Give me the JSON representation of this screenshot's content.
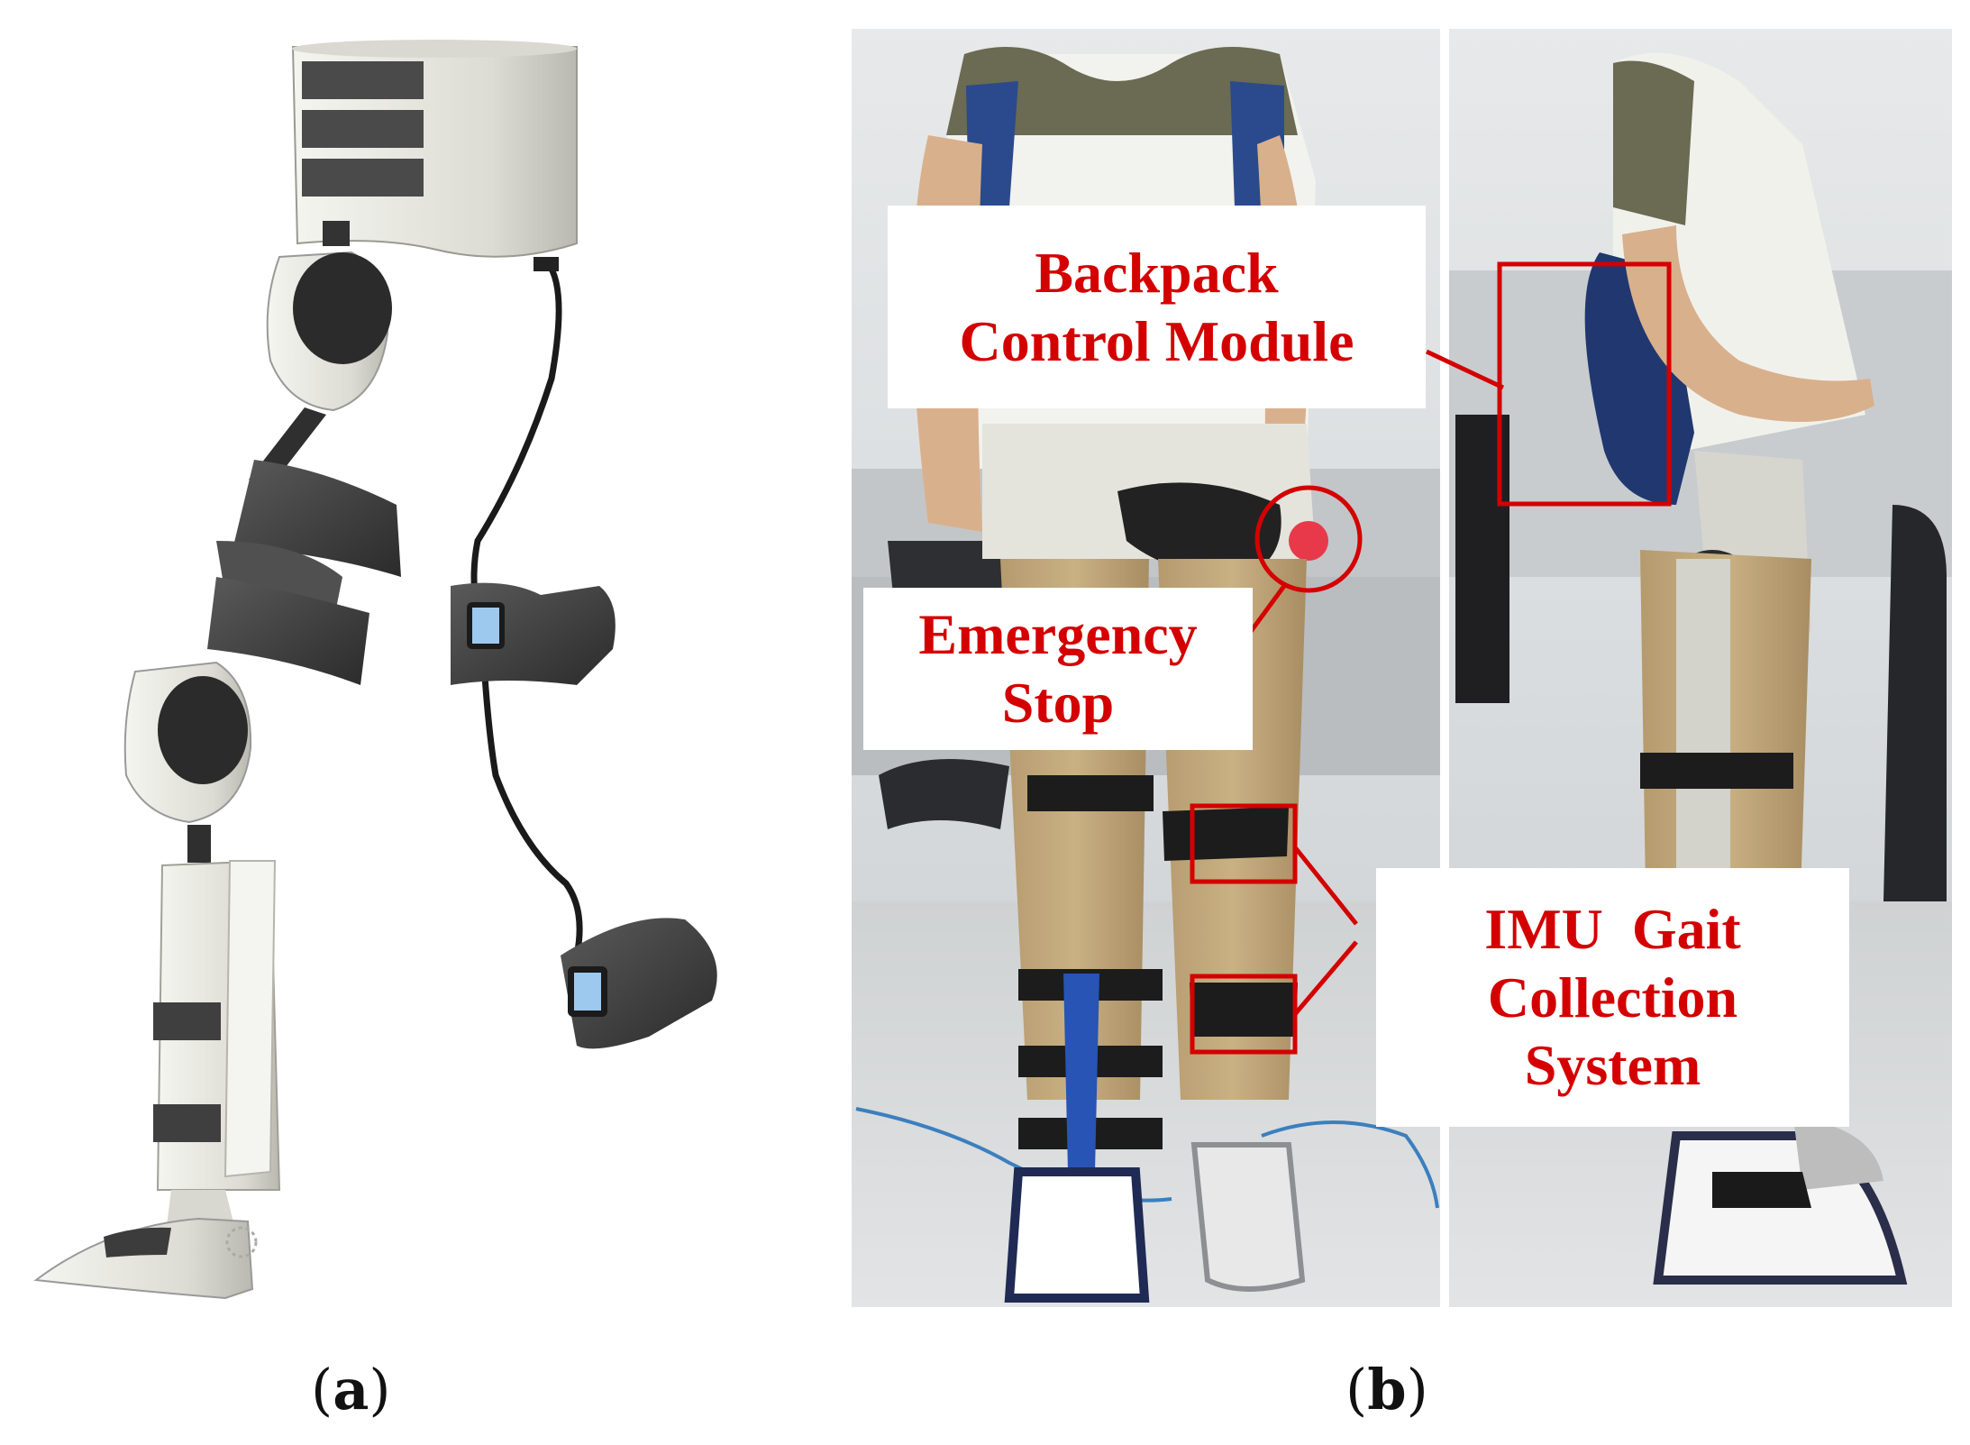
{
  "figure": {
    "panel_a": {
      "caption_open": "(",
      "caption_letter": "a",
      "caption_close": ")"
    },
    "panel_b": {
      "caption_open": "(",
      "caption_letter": "b",
      "caption_close": ")"
    }
  },
  "callouts": {
    "backpack": {
      "line1": "Backpack",
      "line2": "Control Module"
    },
    "emergency": {
      "line1": "Emergency",
      "line2": "Stop"
    },
    "imu": {
      "line1": "IMU  Gait",
      "line2": "Collection",
      "line3": "System"
    }
  },
  "colors": {
    "annotation_red": "#d40000",
    "exo_white": "#e9e9e2",
    "strap_dark": "#3a3a3a"
  }
}
